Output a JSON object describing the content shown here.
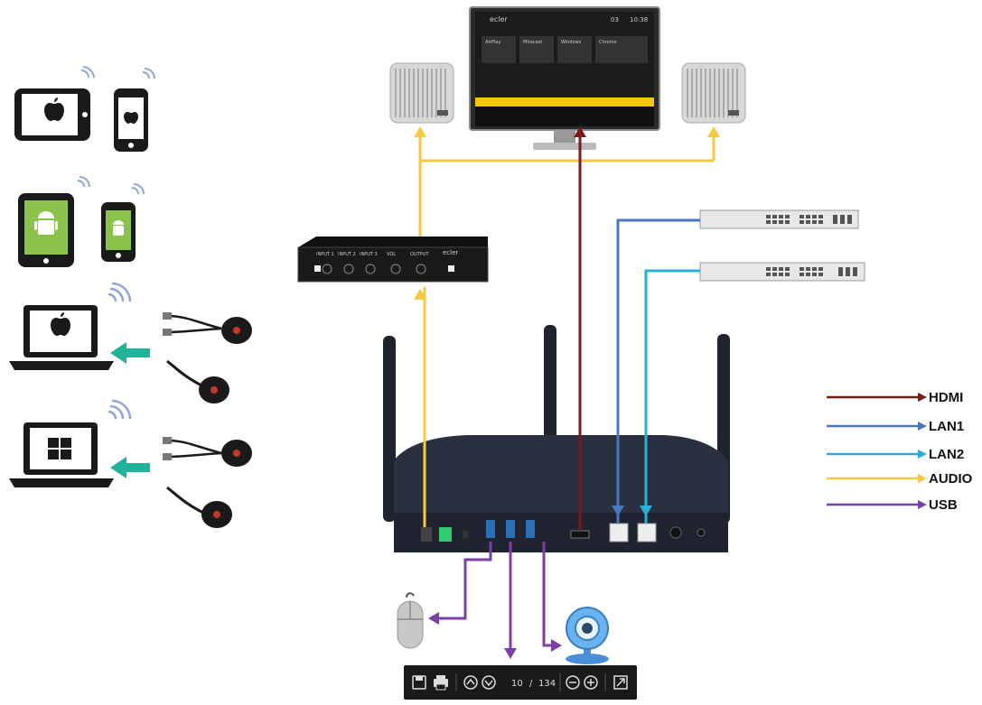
{
  "legend": {
    "items": [
      {
        "label": "HDMI",
        "color": "#7a1a1a"
      },
      {
        "label": "LAN1",
        "color": "#4a78c0"
      },
      {
        "label": "LAN2",
        "color": "#2ab0d8"
      },
      {
        "label": "AUDIO",
        "color": "#f5c842"
      },
      {
        "label": "USB",
        "color": "#7b3fa8"
      }
    ]
  },
  "monitor": {
    "brand": "ecler",
    "time": "10:38",
    "day": "03",
    "panels": [
      "AirPlay",
      "Miracast",
      "Windows",
      "Chrome"
    ]
  },
  "mixer": {
    "brand": "ecler",
    "channels": [
      "INPUT 1",
      "INPUT 2",
      "INPUT 3",
      "VOL",
      "OUTPUT"
    ]
  },
  "toolbar": {
    "page_current": "10",
    "page_separator": "/",
    "page_total": "134"
  },
  "colors": {
    "hdmi": "#7a1a1a",
    "lan1": "#4a78c0",
    "lan2": "#2ab0d8",
    "audio": "#f5c842",
    "usb": "#7b3fa8",
    "arrow_green": "#21b39a",
    "device_dark": "#1a1a1a"
  }
}
